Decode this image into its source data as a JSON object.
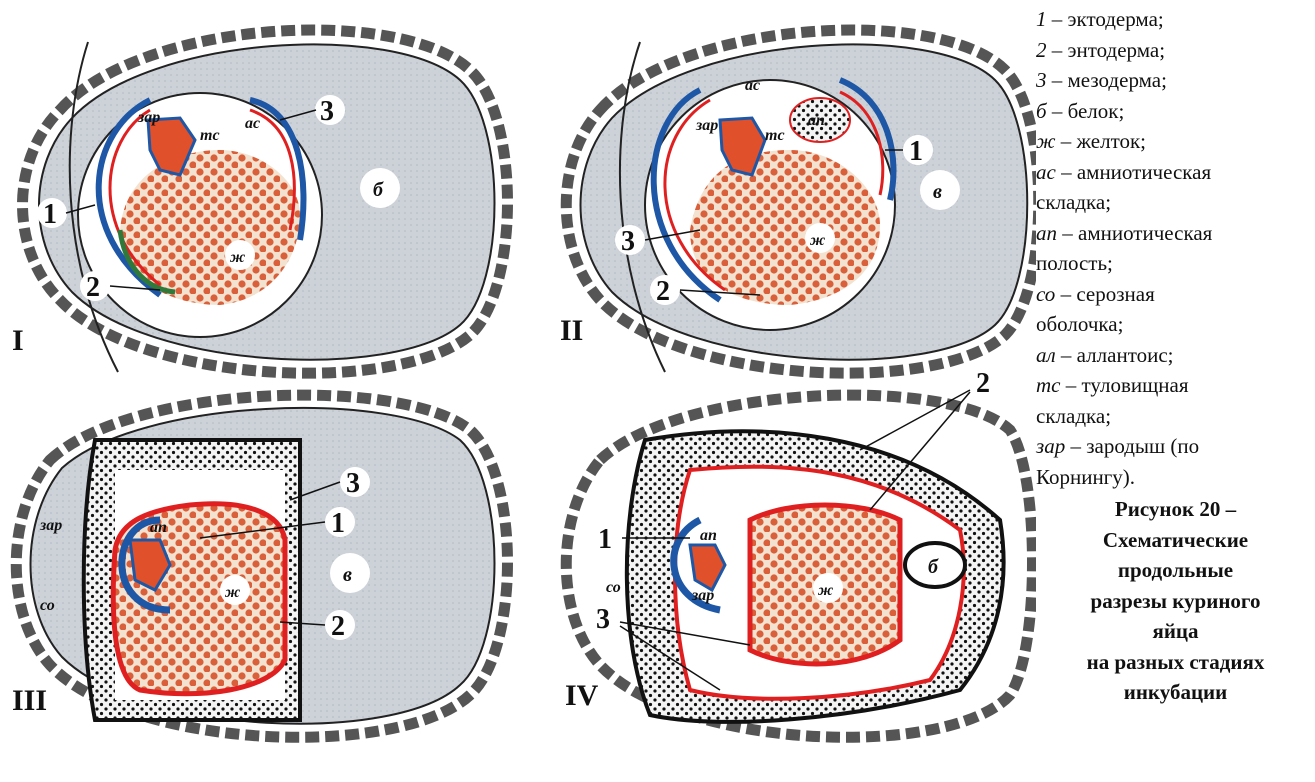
{
  "figure": {
    "stages": [
      "I",
      "II",
      "III",
      "IV"
    ],
    "numbers": [
      "1",
      "2",
      "3"
    ],
    "abbrev": {
      "zar": "зар",
      "ts": "тс",
      "as": "ас",
      "ap": "ап",
      "so": "со",
      "zh": "ж",
      "b": "б",
      "v": "в"
    }
  },
  "legend": [
    {
      "lead": "1",
      "text": " – эктодерма;"
    },
    {
      "lead": "2",
      "text": " – энтодерма;"
    },
    {
      "lead": "3",
      "text": " – мезодерма;"
    },
    {
      "lead": "б",
      "text": " – белок;"
    },
    {
      "lead": "ж",
      "text": " – желток;"
    },
    {
      "lead": "ас",
      "text": " – амниотическая"
    },
    {
      "lead": "",
      "text": "складка;"
    },
    {
      "lead": "ап",
      "text": " – амниотическая"
    },
    {
      "lead": "",
      "text": "полость;"
    },
    {
      "lead": "со",
      "text": " – серозная"
    },
    {
      "lead": "",
      "text": "оболочка;"
    },
    {
      "lead": "ал",
      "text": " – аллантоис;"
    },
    {
      "lead": "тс",
      "text": " – туловищная"
    },
    {
      "lead": "",
      "text": "складка;"
    },
    {
      "lead": "зар",
      "text": " – зародыш (по"
    },
    {
      "lead": "",
      "text": "Корнингу)."
    }
  ],
  "caption": [
    "Рисунок 20 –",
    "Схематические",
    "продольные",
    "разрезы куриного",
    "яйца",
    "на разных стадиях",
    "инкубации"
  ],
  "colors": {
    "shell": "#4a4a4a",
    "albumen": "#c9cfd6",
    "ectoderm": "#1e57a6",
    "endoderm": "#2f7a3a",
    "mesoderm": "#e02020",
    "yolk": "#d9603a",
    "yolk_bg": "#f3e2cf",
    "embryo": "#e0502a"
  }
}
